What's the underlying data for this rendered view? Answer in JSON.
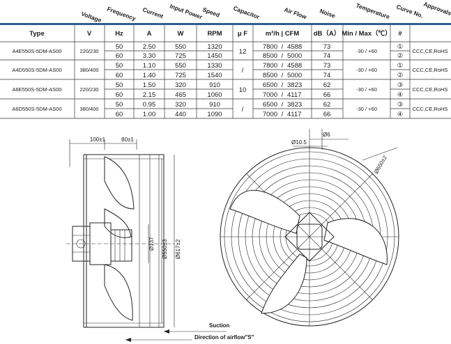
{
  "table": {
    "headers": {
      "voltage": "Voltage",
      "frequency": "Frequency",
      "current": "Current",
      "input_power": "Input Power",
      "speed": "Speed",
      "capacitor": "Capacitor",
      "air_flow": "Air Flow",
      "noise": "Noise",
      "temperature": "Temperature",
      "curve_no": "Curve No.",
      "approvals": "Approvals"
    },
    "units": {
      "type": "Type",
      "voltage": "V",
      "frequency": "Hz",
      "current": "A",
      "power": "W",
      "speed": "RPM",
      "capacitor": "μ F",
      "airflow": "m³/h  |  CFM",
      "noise": "dB（A）",
      "temperature": "Min / Max（℃）",
      "curve": "#"
    },
    "models": [
      {
        "type": "A4E550S-5DM-AS00",
        "voltage": "220/230",
        "capacitor": "12",
        "temperature": "-30 / +60",
        "approvals": "CCC,CE,RoHS",
        "rows": [
          {
            "hz": "50",
            "a": "2.50",
            "w": "550",
            "rpm": "1320",
            "m3h": "7800",
            "cfm": "4588",
            "db": "73",
            "curve": "①"
          },
          {
            "hz": "60",
            "a": "3.30",
            "w": "725",
            "rpm": "1450",
            "m3h": "8500",
            "cfm": "5000",
            "db": "74",
            "curve": "②"
          }
        ]
      },
      {
        "type": "A4D550S-5DM-AS00",
        "voltage": "380/400",
        "capacitor": "/",
        "temperature": "-30 / +60",
        "approvals": "CCC,CE,RoHS",
        "rows": [
          {
            "hz": "50",
            "a": "1.10",
            "w": "550",
            "rpm": "1330",
            "m3h": "7800",
            "cfm": "4588",
            "db": "73",
            "curve": "①"
          },
          {
            "hz": "60",
            "a": "1.40",
            "w": "725",
            "rpm": "1540",
            "m3h": "8500",
            "cfm": "5000",
            "db": "74",
            "curve": "②"
          }
        ]
      },
      {
        "type": "A6E550S-5DM-AS00",
        "voltage": "220/230",
        "capacitor": "10",
        "temperature": "-30 / +60",
        "approvals": "CCC,CE,RoHS",
        "rows": [
          {
            "hz": "50",
            "a": "1.50",
            "w": "320",
            "rpm": "910",
            "m3h": "6500",
            "cfm": "3823",
            "db": "62",
            "curve": "③"
          },
          {
            "hz": "60",
            "a": "2.15",
            "w": "465",
            "rpm": "1060",
            "m3h": "7000",
            "cfm": "4117",
            "db": "66",
            "curve": "④"
          }
        ]
      },
      {
        "type": "A6D550S-5DM-AS00",
        "voltage": "380/400",
        "capacitor": "/",
        "temperature": "-30 / +60",
        "approvals": "CCC,CE,RoHS",
        "rows": [
          {
            "hz": "50",
            "a": "0.95",
            "w": "320",
            "rpm": "910",
            "m3h": "6500",
            "cfm": "3823",
            "db": "62",
            "curve": "③"
          },
          {
            "hz": "60",
            "a": "1.00",
            "w": "440",
            "rpm": "1090",
            "m3h": "7000",
            "cfm": "4117",
            "db": "66",
            "curve": "④"
          }
        ]
      }
    ]
  },
  "drawing": {
    "dim_100": "100±1",
    "dim_80": "80±1",
    "dim_137": "Ø137",
    "dim_550": "Ø550±3",
    "dim_617": "Ø617±2",
    "dim_6": "Ø6",
    "dim_10_5": "Ø10.5",
    "dim_650": "Ø650±2",
    "suction": "Suction",
    "direction": "Direction of airflow\"S\""
  }
}
